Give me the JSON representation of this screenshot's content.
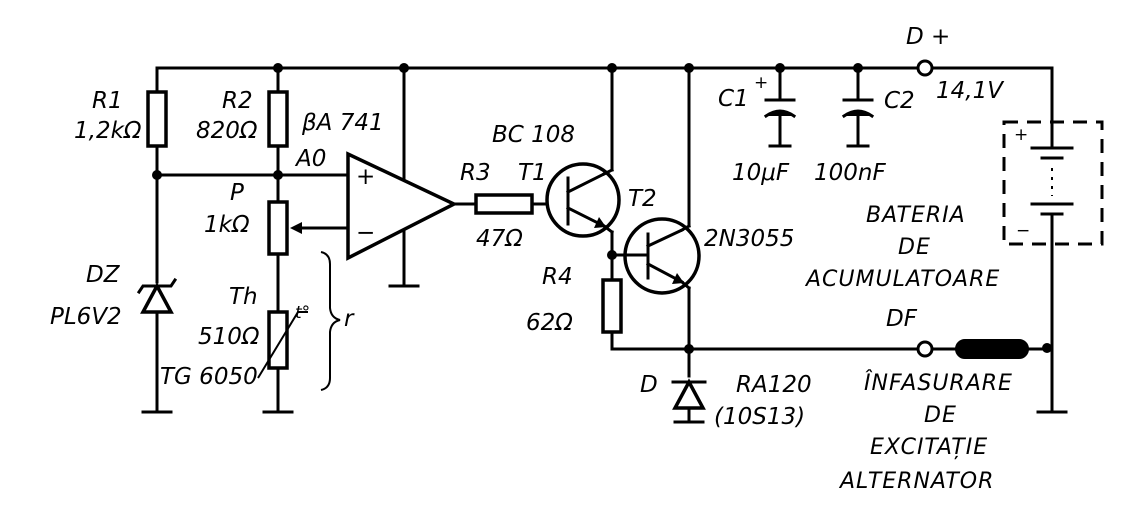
{
  "labels": {
    "r1_name": "R1",
    "r1_value": "1,2kΩ",
    "r2_name": "R2",
    "r2_value": "820Ω",
    "opamp": "βA 741",
    "opamp_pin": "A0",
    "opamp_plus": "+",
    "opamp_minus": "−",
    "pot_name": "P",
    "pot_value": "1kΩ",
    "dz_name": "DZ",
    "dz_value": "PL6V2",
    "th_name": "Th",
    "th_value": "510Ω",
    "th_part": "TG 6050",
    "th_temp": "t°",
    "r_bracket": "r",
    "r3_name": "R3",
    "r3_value": "47Ω",
    "t1_type": "BC 108",
    "t1_name": "T1",
    "t2_name": "T2",
    "t2_type": "2N3055",
    "r4_name": "R4",
    "r4_value": "62Ω",
    "d_name": "D",
    "d_type": "RA120",
    "d_type2": "(10S13)",
    "c1_name": "C1",
    "c1_value": "10μF",
    "c1_plus": "+",
    "c2_name": "C2",
    "c2_value": "100nF",
    "dplus": "D +",
    "voltage": "14,1V",
    "battery_1": "BATERIA",
    "battery_2": "DE",
    "battery_3": "ACUMULATOARE",
    "battery_plus": "+",
    "battery_minus": "−",
    "df": "DF",
    "coil_1": "ÎNFASURARE",
    "coil_2": "DE",
    "coil_3": "EXCITAȚIE",
    "coil_4": "ALTERNATOR"
  }
}
